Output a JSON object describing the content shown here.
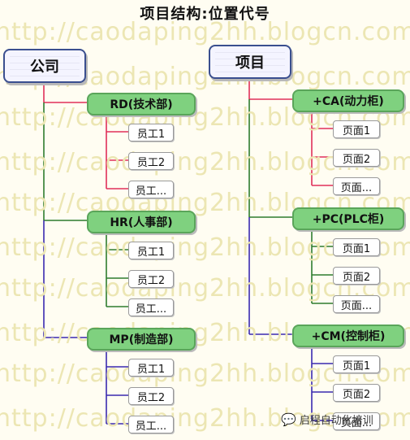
{
  "title": "项目结构:位置代号",
  "watermark": "http://caodaping2hh.blogcn.com",
  "footer_text": "启程自动化培训",
  "colors": {
    "red_link": "#e0305a",
    "green_link": "#2e7d2e",
    "blue_link": "#3a2ab0"
  },
  "trees": [
    {
      "root": "公司",
      "children": [
        {
          "label": "RD(技术部)",
          "leaves": [
            "员工1",
            "员工2",
            "员工..."
          ]
        },
        {
          "label": "HR(人事部)",
          "leaves": [
            "员工1",
            "员工2",
            "员工..."
          ]
        },
        {
          "label": "MP(制造部)",
          "leaves": [
            "员工1",
            "员工2",
            "员工..."
          ]
        }
      ]
    },
    {
      "root": "项目",
      "children": [
        {
          "label": "+CA(动力柜)",
          "leaves": [
            "页面1",
            "页面2",
            "页面..."
          ]
        },
        {
          "label": "+PC(PLC柜)",
          "leaves": [
            "页面1",
            "页面2",
            "页面..."
          ]
        },
        {
          "label": "+CM(控制柜)",
          "leaves": [
            "页面1",
            "页面2",
            "页面..."
          ]
        }
      ]
    }
  ]
}
